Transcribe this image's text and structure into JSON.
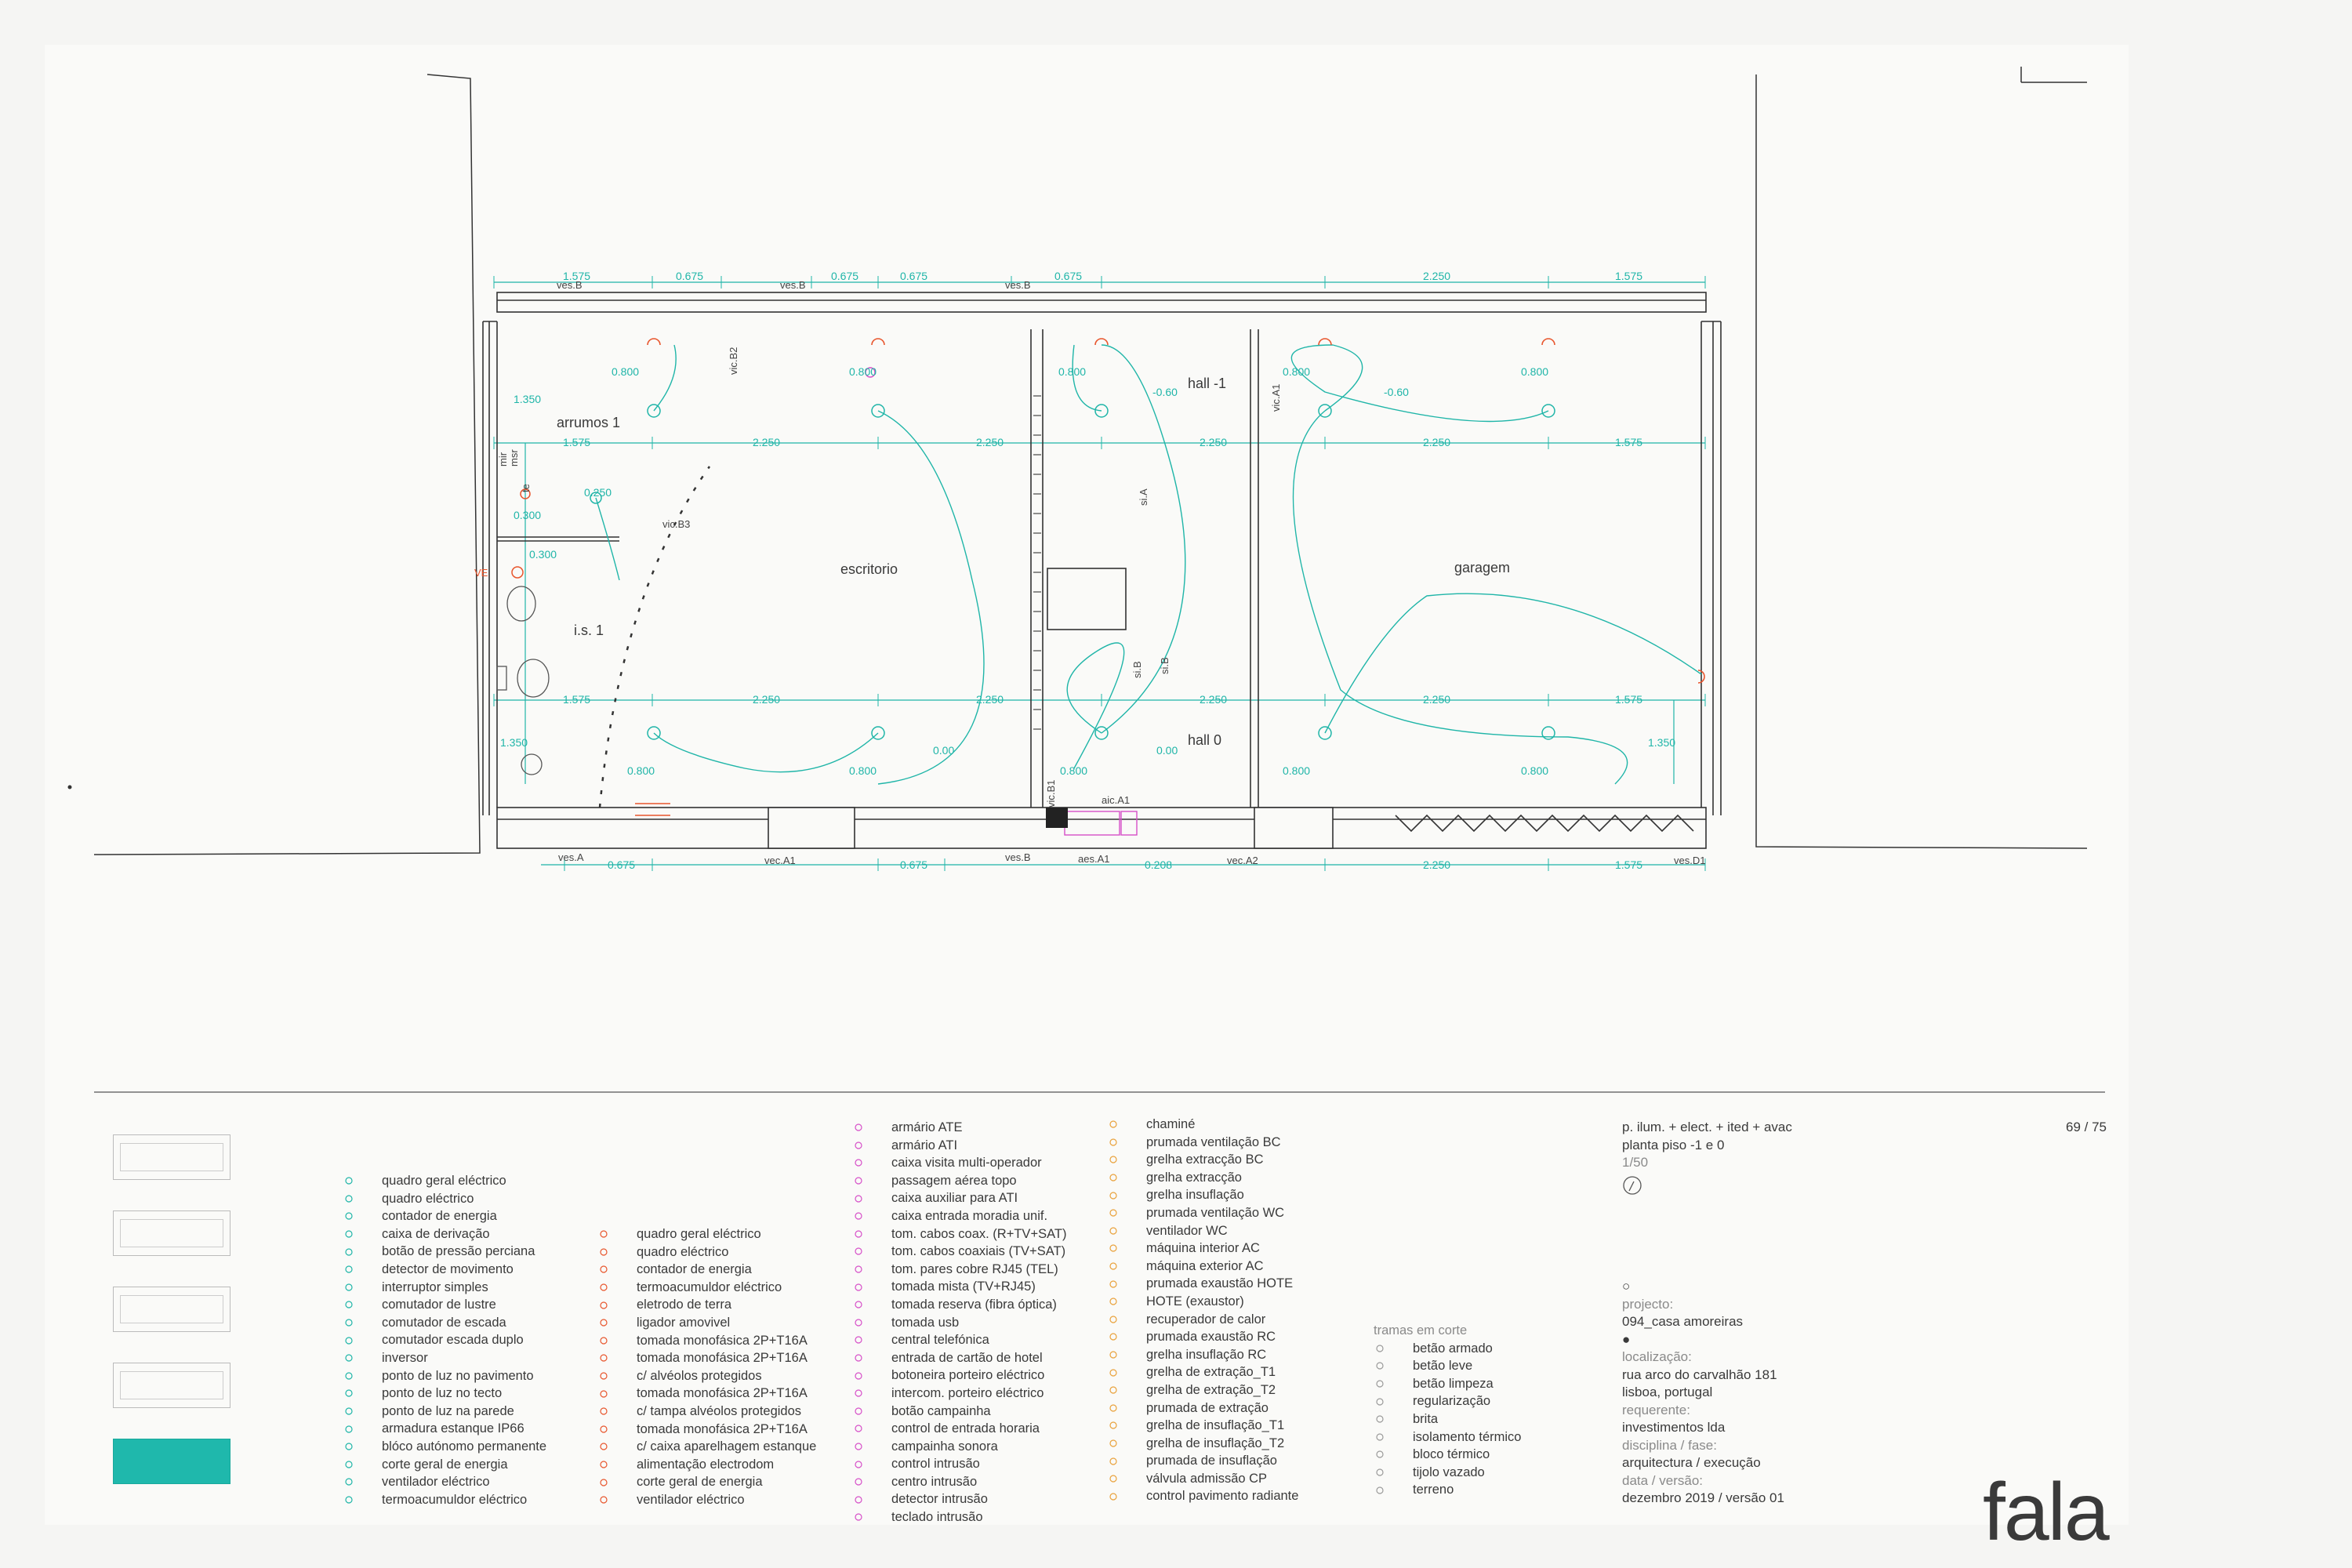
{
  "sheet": {
    "page": "69 / 75",
    "drawing_title_1": "p. ilum. + elect. + ited + avac",
    "drawing_title_2": "planta piso -1 e 0",
    "scale": "1/50",
    "projecto_label": "projecto:",
    "projecto_value": "094_casa amoreiras",
    "localizacao_label": "localização:",
    "localizacao_value_1": "rua arco do carvalhão 181",
    "localizacao_value_2": "lisboa, portugal",
    "requerente_label": "requerente:",
    "requerente_value": "investimentos lda",
    "disciplina_label": "disciplina / fase:",
    "disciplina_value": "arquitectura / execução",
    "data_label": "data / versão:",
    "data_value": "dezembro 2019 / versão 01",
    "logo": "fala"
  },
  "rooms": {
    "arrumos": "arrumos 1",
    "escritorio": "escritorio",
    "hall_m1": "hall -1",
    "hall_0": "hall 0",
    "garagem": "garagem",
    "is": "i.s. 1"
  },
  "levels": {
    "hall_m1": "-0.60",
    "garagem": "-0.60",
    "escritorio": "0.00",
    "hall_0": "0.00"
  },
  "dimensions": {
    "top": [
      "1.575",
      "0.675",
      "0.675",
      "0.675",
      "0.675",
      "2.250",
      "1.575"
    ],
    "row1": [
      "1.575",
      "2.250",
      "2.250",
      "2.250",
      "2.250",
      "1.575"
    ],
    "row2": [
      "1.575",
      "2.250",
      "2.250",
      "2.250",
      "2.250",
      "1.575"
    ],
    "bottom": [
      "0.675",
      "0.675",
      "0.208",
      "2.250",
      "1.575"
    ],
    "heights": [
      "0.800",
      "0.800",
      "0.800",
      "0.800",
      "0.800",
      "0.800",
      "0.800",
      "0.800",
      "0.800",
      "0.800"
    ],
    "side": [
      "1.350",
      "1.350",
      "1.350",
      "0.300",
      "0.300",
      "0.250"
    ]
  },
  "tags": {
    "ves_b_1": "ves.B",
    "ves_b_2": "ves.B",
    "ves_b_3": "ves.B",
    "ves_b_4": "ves.B",
    "ves_a": "ves.A",
    "vec_a1": "vec.A1",
    "vec_a2": "vec.A2",
    "ves_d1": "ves.D1",
    "aes_a1": "aes.A1",
    "aic_a1": "aic.A1",
    "vic_b2": "vic.B2",
    "vic_b3": "vic.B3",
    "vic_b1": "vic.B1",
    "vic_a1": "vic.A1",
    "si_a": "si.A",
    "si_b_1": "si.B",
    "si_b_2": "si.B",
    "ve": "VE",
    "te": "te",
    "msr": "msr",
    "mir": "mir"
  },
  "legend_col1": [
    "quadro geral eléctrico",
    "quadro eléctrico",
    "contador de energia",
    "caixa de derivação",
    "botão de pressão perciana",
    "detector de movimento",
    "interruptor simples",
    "comutador de lustre",
    "comutador de escada",
    "comutador escada duplo",
    "inversor",
    "ponto de luz no pavimento",
    "ponto de luz no tecto",
    "ponto de luz na parede",
    "armadura estanque IP66",
    "blóco autónomo permanente",
    "corte geral de energia",
    "ventilador eléctrico",
    "termoacumuldor eléctrico"
  ],
  "legend_col2": [
    "quadro geral eléctrico",
    "quadro eléctrico",
    "contador de energia",
    "termoacumuldor eléctrico",
    "eletrodo de terra",
    "ligador amovivel",
    "tomada monofásica 2P+T16A",
    "tomada monofásica 2P+T16A",
    "c/ alvéolos protegidos",
    "tomada monofásica 2P+T16A",
    "c/ tampa alvéolos protegidos",
    "tomada monofásica 2P+T16A",
    "c/ caixa aparelhagem estanque",
    "alimentação electrodom",
    "corte geral de energia",
    "ventilador eléctrico"
  ],
  "legend_col3": [
    "armário ATE",
    "armário ATI",
    "caixa visita multi-operador",
    "passagem aérea topo",
    "caixa auxiliar para ATI",
    "caixa entrada moradia unif.",
    "tom. cabos coax. (R+TV+SAT)",
    "tom. cabos coaxiais (TV+SAT)",
    "tom. pares cobre RJ45 (TEL)",
    "tomada mista (TV+RJ45)",
    "tomada reserva (fibra óptica)",
    "tomada usb",
    "central telefónica",
    "entrada de cartão de hotel",
    "botoneira porteiro eléctrico",
    "intercom. porteiro eléctrico",
    "botão campainha",
    "control de entrada horaria",
    "campainha sonora",
    "control intrusão",
    "centro intrusão",
    "detector intrusão",
    "teclado intrusão"
  ],
  "legend_col4": [
    "chaminé",
    "prumada ventilação BC",
    "grelha extracção BC",
    "grelha extracção",
    "grelha insuflação",
    "prumada ventilação WC",
    "ventilador WC",
    "máquina interior AC",
    "máquina exterior AC",
    "prumada exaustão HOTE",
    "HOTE (exaustor)",
    "recuperador de calor",
    "prumada exaustão RC",
    "grelha insuflação RC",
    "grelha de extração_T1",
    "grelha de extração_T2",
    "prumada de extração",
    "grelha de insuflação_T1",
    "grelha de insuflação_T2",
    "prumada de insuflação",
    "válvula admissão CP",
    "control pavimento radiante"
  ],
  "tramas_title": "tramas em corte",
  "tramas": [
    "betão armado",
    "betão leve",
    "betão limpeza",
    "regularização",
    "brita",
    "isolamento térmico",
    "bloco térmico",
    "tijolo vazado",
    "terreno"
  ],
  "colors": {
    "teal": "#1fb5a8",
    "red": "#e8552c",
    "magenta": "#d64fc8",
    "orange": "#e9a13a",
    "ink": "#3a3a3a"
  }
}
